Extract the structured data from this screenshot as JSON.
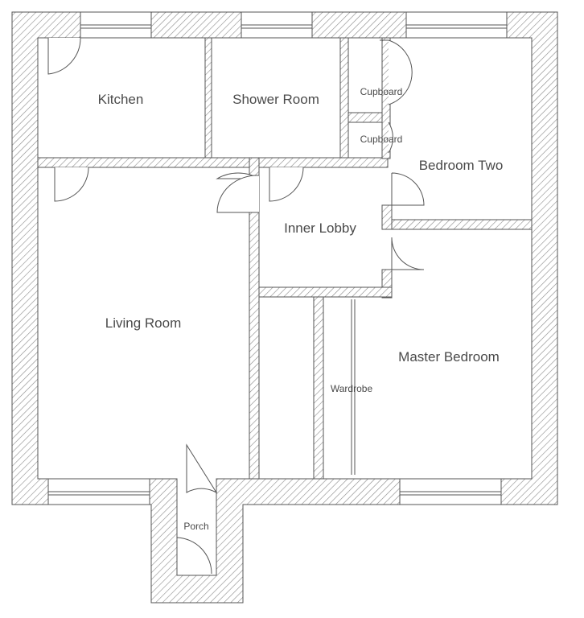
{
  "rooms": {
    "kitchen": "Kitchen",
    "shower_room": "Shower Room",
    "cupboard_1": "Cupboard",
    "cupboard_2": "Cupboard",
    "bedroom_two": "Bedroom Two",
    "inner_lobby": "Inner Lobby",
    "living_room": "Living Room",
    "master_bedroom": "Master Bedroom",
    "wardrobe": "Wardrobe",
    "porch": "Porch"
  },
  "colors": {
    "wall_stroke": "#555555",
    "hatch": "#8a8a8a",
    "text": "#4a4a4a"
  }
}
